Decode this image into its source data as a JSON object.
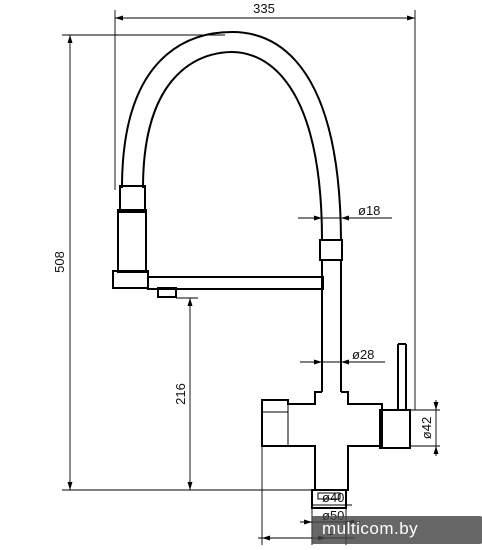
{
  "dimensions": {
    "width_total": "335",
    "height_total": "508",
    "spout_height": "216",
    "hose_diameter": "ø18",
    "body_diameter": "ø28",
    "base_diameter": "ø42",
    "inlet_diameter": "ø40",
    "flange_diameter": "ø50",
    "bottom_mark": "1"
  },
  "watermark": {
    "text": "multicom.by"
  },
  "colors": {
    "line": "#000000",
    "watermark_bg": "#464646",
    "watermark_text": "#ffffff"
  }
}
